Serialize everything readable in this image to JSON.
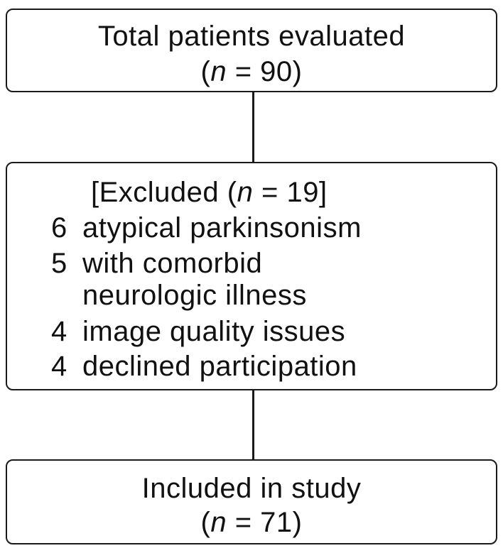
{
  "total": {
    "title": "Total patients evaluated",
    "n_prefix": "(",
    "n_var": "n",
    "n_suffix": " = 90)"
  },
  "excluded": {
    "header_prefix": "[Excluded (",
    "header_var": "n",
    "header_suffix": " = 19]",
    "reasons": [
      {
        "count": "6",
        "text": "atypical parkinsonism",
        "continuation": ""
      },
      {
        "count": "5",
        "text": "with comorbid",
        "continuation": "neurologic illness"
      },
      {
        "count": "4",
        "text": "image quality issues",
        "continuation": ""
      },
      {
        "count": "4",
        "text": "declined participation",
        "continuation": ""
      }
    ]
  },
  "included": {
    "title": "Included in study",
    "n_prefix": "(",
    "n_var": "n",
    "n_suffix": " = 71)"
  }
}
